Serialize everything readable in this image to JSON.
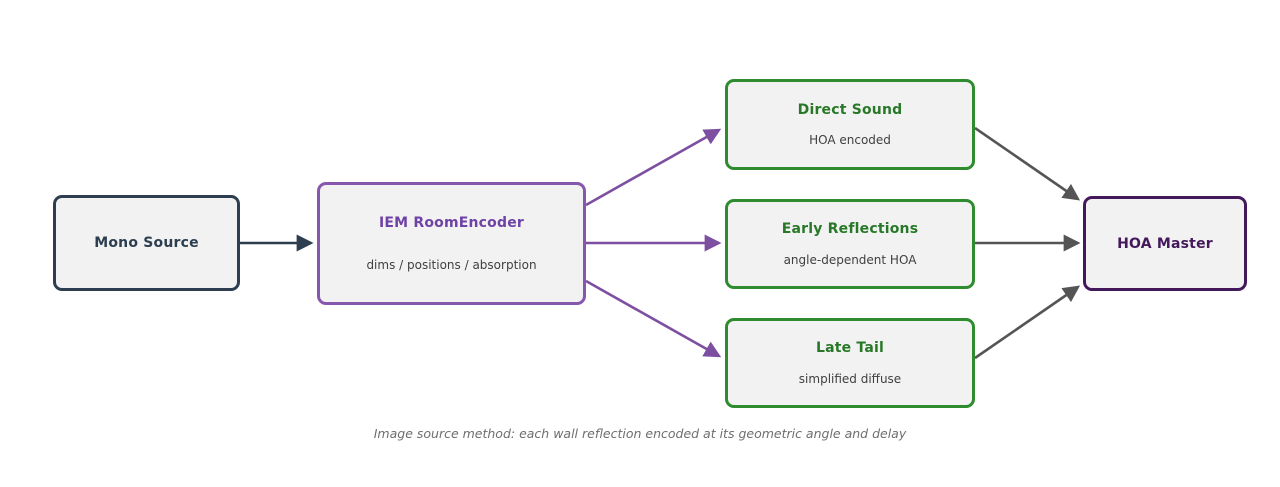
{
  "diagram": {
    "nodes": {
      "mono": {
        "title": "Mono Source"
      },
      "room": {
        "title": "IEM RoomEncoder",
        "subtitle": "dims / positions / absorption"
      },
      "direct": {
        "title": "Direct Sound",
        "subtitle": "HOA encoded"
      },
      "early": {
        "title": "Early Reflections",
        "subtitle": "angle-dependent HOA"
      },
      "late": {
        "title": "Late Tail",
        "subtitle": "simplified diffuse"
      },
      "master": {
        "title": "HOA Master"
      }
    },
    "edges": [
      {
        "from": "Mono Source",
        "to": "IEM RoomEncoder",
        "color": "#2c3e50"
      },
      {
        "from": "IEM RoomEncoder",
        "to": "Direct Sound",
        "color": "#7d4fa0"
      },
      {
        "from": "IEM RoomEncoder",
        "to": "Early Reflections",
        "color": "#7d4fa0"
      },
      {
        "from": "IEM RoomEncoder",
        "to": "Late Tail",
        "color": "#7d4fa0"
      },
      {
        "from": "Direct Sound",
        "to": "HOA Master",
        "color": "#555555"
      },
      {
        "from": "Early Reflections",
        "to": "HOA Master",
        "color": "#555555"
      },
      {
        "from": "Late Tail",
        "to": "HOA Master",
        "color": "#555555"
      }
    ],
    "caption": "Image source method: each wall reflection encoded at its geometric angle and delay",
    "colors": {
      "node_fill": "#f2f2f2",
      "mono_border": "#2c3e50",
      "room_border": "#8757ad",
      "room_title": "#6f42a6",
      "branch_border": "#2e8b2e",
      "branch_title": "#287828",
      "master_border": "#44195c",
      "arrow_dark": "#2c3e50",
      "arrow_purple": "#7d4fa0",
      "arrow_gray": "#555555",
      "subtitle_text": "#404040",
      "caption_text": "#6e6e6e"
    }
  }
}
